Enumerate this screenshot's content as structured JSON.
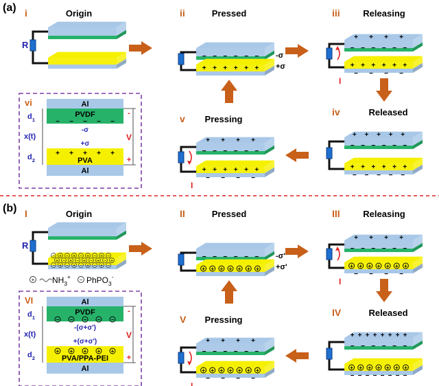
{
  "colors": {
    "al_blue": "#a9c8e8",
    "pvdf_green": "#27b26a",
    "pva_yellow": "#f5f000",
    "arrow_brown": "#c8601a",
    "numeral_orange": "#c8601a",
    "dashed_red": "#e02020",
    "inset_purple": "#7b3fa8",
    "resistor_blue": "#1f6fd1",
    "label_navy": "#1f1fb0",
    "current_red": "#e02020"
  },
  "panel_a": {
    "tag": "(a)",
    "stages": [
      {
        "num": "i",
        "title": "Origin"
      },
      {
        "num": "ii",
        "title": "Pressed"
      },
      {
        "num": "iii",
        "title": "Releasing"
      },
      {
        "num": "iv",
        "title": "Released"
      },
      {
        "num": "v",
        "title": "Pressing"
      }
    ],
    "resistor_label": "R",
    "current_label": "I",
    "neg_sigma": "-σ",
    "pos_sigma": "+σ",
    "inset": {
      "num": "vi",
      "top_electrode": "Al",
      "top_layer": "PVDF",
      "bottom_layer": "PVA",
      "bottom_electrode": "Al",
      "d1": "d",
      "d1_sub": "1",
      "d2": "d",
      "d2_sub": "2",
      "gap": "x(t)",
      "top_charge": "-σ",
      "bottom_charge": "+σ",
      "voltage": "V",
      "minus": "-",
      "plus": "+"
    }
  },
  "panel_b": {
    "tag": "(b)",
    "stages": [
      {
        "num": "I",
        "title": "Origin"
      },
      {
        "num": "II",
        "title": "Pressed"
      },
      {
        "num": "III",
        "title": "Releasing"
      },
      {
        "num": "IV",
        "title": "Released"
      },
      {
        "num": "V",
        "title": "Pressing"
      }
    ],
    "resistor_label": "R",
    "current_label": "I",
    "neg_sigma": "-σ'",
    "pos_sigma": "+σ'",
    "legend_cation": "NH",
    "legend_cation_sub": "3",
    "legend_cation_sup": "+",
    "legend_anion": "PhPO",
    "legend_anion_sub": "3",
    "legend_anion_sup": "-",
    "inset": {
      "num": "VI",
      "top_electrode": "Al",
      "top_layer": "PVDF",
      "bottom_layer": "PVA/PPA-PEI",
      "bottom_electrode": "Al",
      "d1": "d",
      "d1_sub": "1",
      "d2": "d",
      "d2_sub": "2",
      "gap": "x(t)",
      "top_charge": "-(σ+σ')",
      "bottom_charge": "+(σ+σ')",
      "voltage": "V",
      "minus": "-",
      "plus": "+"
    }
  }
}
